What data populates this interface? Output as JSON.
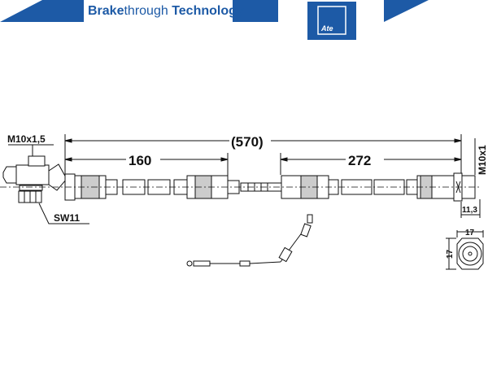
{
  "header": {
    "brand_bold_1": "Brake",
    "brand_regular": "through",
    "brand_bold_2": " Technology",
    "logo_text": "Ate",
    "brand_color": "#1d5aa6"
  },
  "drawing": {
    "total_length": "(570)",
    "left_length": "160",
    "right_length": "272",
    "left_thread": "M10x1,5",
    "left_wrench": "SW11",
    "right_thread": "M10x1",
    "right_fitting_length": "11,3",
    "end_width": "17",
    "end_height": "17"
  }
}
